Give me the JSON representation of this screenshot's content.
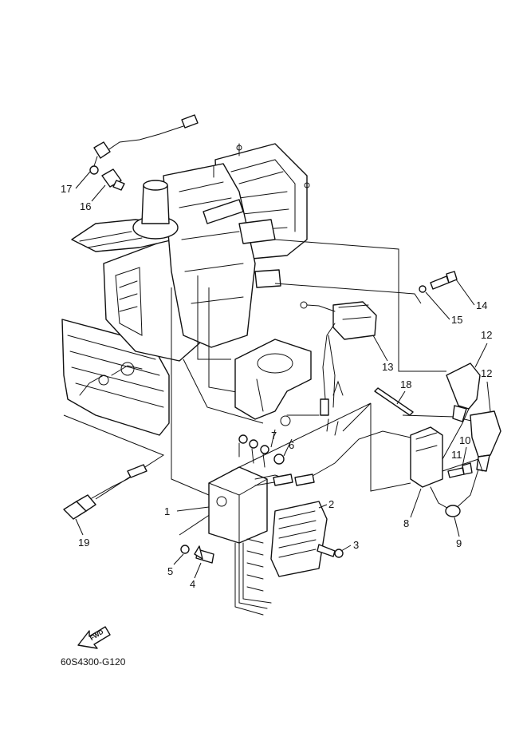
{
  "callouts": [
    "1",
    "2",
    "3",
    "4",
    "5",
    "6",
    "7",
    "8",
    "9",
    "10",
    "11",
    "12",
    "12",
    "13",
    "14",
    "15",
    "16",
    "17",
    "18",
    "19"
  ],
  "fwd_label": "FWD",
  "diagram_code": "60S4300-G120"
}
